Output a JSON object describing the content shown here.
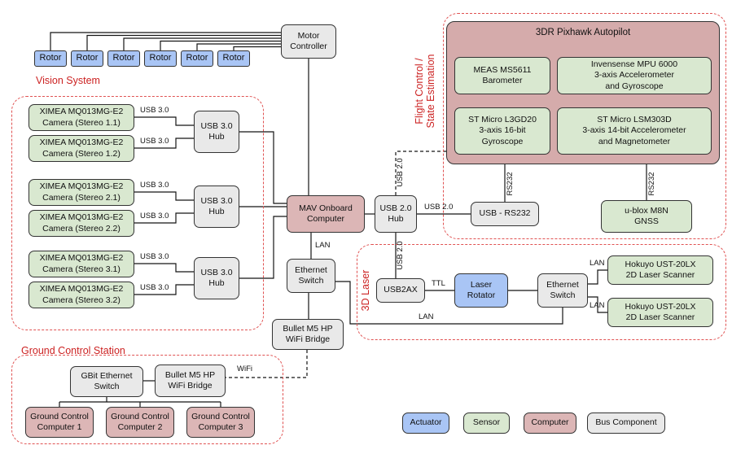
{
  "colors": {
    "actuator": "#a9c5f5",
    "sensor": "#d9e8d0",
    "computer": "#dcb6b6",
    "pixhawk_fill": "#d5abab",
    "bus": "#e9e9e9",
    "region_line": "#e05252",
    "region_text": "#cc2222"
  },
  "regions": {
    "vision": "Vision System",
    "flight": "Flight Control /\nState Estimation",
    "laser": "3D Laser",
    "gcs": "Ground Control Station"
  },
  "nodes": {
    "rotor": "Rotor",
    "motor_controller": "Motor\nController",
    "cameras": [
      "XIMEA MQ013MG-E2\nCamera (Stereo 1.1)",
      "XIMEA MQ013MG-E2\nCamera (Stereo 1.2)",
      "XIMEA MQ013MG-E2\nCamera (Stereo 2.1)",
      "XIMEA MQ013MG-E2\nCamera (Stereo 2.2)",
      "XIMEA MQ013MG-E2\nCamera (Stereo 3.1)",
      "XIMEA MQ013MG-E2\nCamera (Stereo 3.2)"
    ],
    "usb3_hub": "USB 3.0\nHub",
    "mav": "MAV Onboard\nComputer",
    "usb2_hub": "USB 2.0\nHub",
    "pixhawk": "3DR Pixhawk Autopilot",
    "barometer": "MEAS MS5611\nBarometer",
    "mpu6000": "Invensense MPU 6000\n3-axis Accelerometer\nand Gyroscope",
    "l3gd20": "ST Micro L3GD20\n3-axis 16-bit\nGyroscope",
    "lsm303d": "ST Micro LSM303D\n3-axis 14-bit Accelerometer\nand Magnetometer",
    "usb_rs232": "USB - RS232",
    "gnss": "u-blox M8N\nGNSS",
    "usb2ax": "USB2AX",
    "laser_rotator": "Laser\nRotator",
    "ethernet_switch": "Ethernet\nSwitch",
    "hokuyo": "Hokuyo UST-20LX\n2D Laser Scanner",
    "wifi_bridge": "Bullet M5 HP\nWiFi Bridge",
    "gbit_switch": "GBit Ethernet\nSwitch",
    "gcc": [
      "Ground Control\nComputer 1",
      "Ground Control\nComputer 2",
      "Ground Control\nComputer 3"
    ]
  },
  "edge_labels": {
    "usb3": "USB 3.0",
    "usb2": "USB 2.0",
    "rs232": "RS232",
    "lan": "LAN",
    "ttl": "TTL",
    "wifi": "WiFi"
  },
  "legend": {
    "actuator": "Actuator",
    "sensor": "Sensor",
    "computer": "Computer",
    "bus": "Bus Component"
  }
}
